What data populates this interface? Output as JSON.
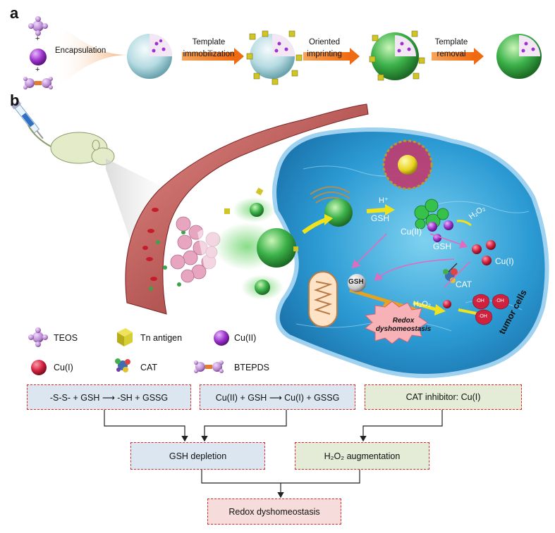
{
  "panel_a": {
    "letter": "a",
    "plus": "+",
    "steps": {
      "encapsulation": "Encapsulation",
      "template_immobilization_1": "Template",
      "template_immobilization_2": "immobilization",
      "oriented_imprinting_1": "Oriented",
      "oriented_imprinting_2": "imprinting",
      "template_removal_1": "Template",
      "template_removal_2": "removal"
    }
  },
  "panel_b": {
    "letter": "b",
    "cell": {
      "h_plus": "H⁺",
      "gsh_top": "GSH",
      "h2o2_top": "H₂O₂",
      "cu2": "Cu(II)",
      "gsh_mid": "GSH",
      "cu1": "Cu(I)",
      "cat": "CAT",
      "gsh_ball": "GSH",
      "h2o2_bottom": "H₂O₂",
      "oh": "·OH",
      "redox_1": "Redox",
      "redox_2": "dyshomeostasis",
      "tumor_cells": "tumor cells"
    }
  },
  "legend": [
    {
      "key": "teos",
      "label": "TEOS",
      "color": "#b98ad0"
    },
    {
      "key": "tn",
      "label": "Tn antigen",
      "color": "#d6cf34"
    },
    {
      "key": "cu2",
      "label": "Cu(II)",
      "color": "#9d35c9"
    },
    {
      "key": "cu1",
      "label": "Cu(I)",
      "color": "#d0213f"
    },
    {
      "key": "cat",
      "label": "CAT",
      "color": "#3f6db0"
    },
    {
      "key": "btepds",
      "label": "BTEPDS",
      "color": "#b98ad0"
    }
  ],
  "flow": {
    "box1": "-S-S- + GSH ⟶ -SH + GSSG",
    "box2": "Cu(II) + GSH ⟶ Cu(I) + GSSG",
    "box3": "CAT inhibitor:  Cu(I)",
    "box4": "GSH depletion",
    "box5": "H₂O₂ augmentation",
    "box6": "Redox dyshomeostasis"
  }
}
